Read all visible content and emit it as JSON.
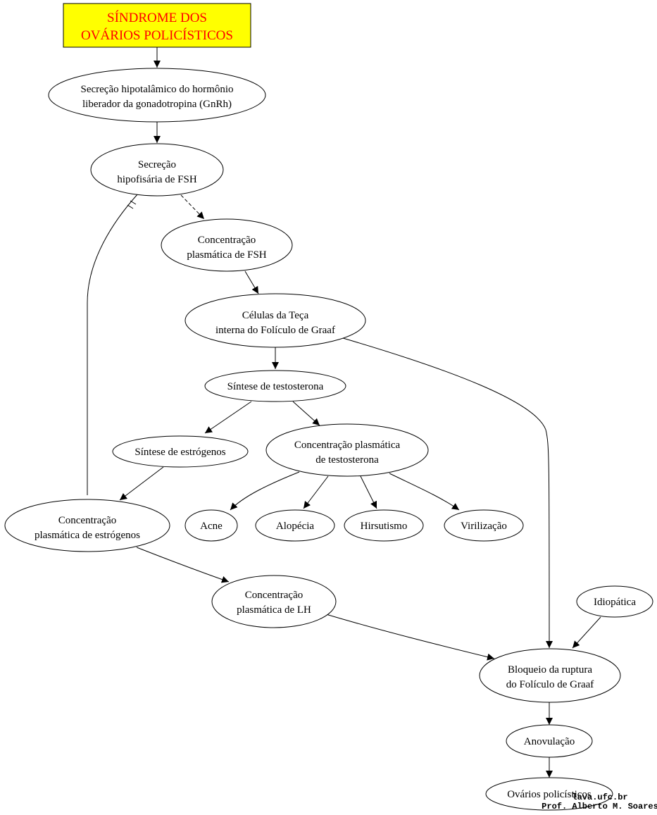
{
  "colors": {
    "title_fill": "#ffff00",
    "title_text": "#ff0000",
    "stroke": "#000000",
    "background": "#ffffff"
  },
  "title": {
    "line1": "SÍNDROME DOS",
    "line2": "OVÁRIOS POLICÍSTICOS"
  },
  "nodes": {
    "gnrh": {
      "line1": "Secreção hipotalâmico do hormônio",
      "line2": "liberador da gonadotropina (GnRh)"
    },
    "fsh_secretion": {
      "line1": "Secreção",
      "line2": "hipofisária de FSH"
    },
    "fsh_plasma": {
      "line1": "Concentração",
      "line2": "plasmática de FSH"
    },
    "theca": {
      "line1": "Células da Teça",
      "line2": "interna do Folículo de Graaf"
    },
    "testosterone_synthesis": {
      "line1": "Síntese de testosterona"
    },
    "estrogen_synthesis": {
      "line1": "Síntese de estrógenos"
    },
    "testosterone_plasma": {
      "line1": "Concentração plasmática",
      "line2": "de testosterona"
    },
    "estrogen_plasma": {
      "line1": "Concentração",
      "line2": "plasmática de estrógenos"
    },
    "acne": {
      "line1": "Acne"
    },
    "alopecia": {
      "line1": "Alopécia"
    },
    "hirsutism": {
      "line1": "Hirsutismo"
    },
    "virilization": {
      "line1": "Virilização"
    },
    "lh_plasma": {
      "line1": "Concentração",
      "line2": "plasmática de LH"
    },
    "idiopathic": {
      "line1": "Idiopática"
    },
    "rupture_block": {
      "line1": "Bloqueio da ruptura",
      "line2": "do Folículo de Graaf"
    },
    "anovulation": {
      "line1": "Anovulação"
    },
    "polycystic": {
      "line1": "Ovários policísticos"
    }
  },
  "credits": {
    "line1": "lava.ufc.br",
    "line2": "Prof. Alberto M. Soares"
  }
}
